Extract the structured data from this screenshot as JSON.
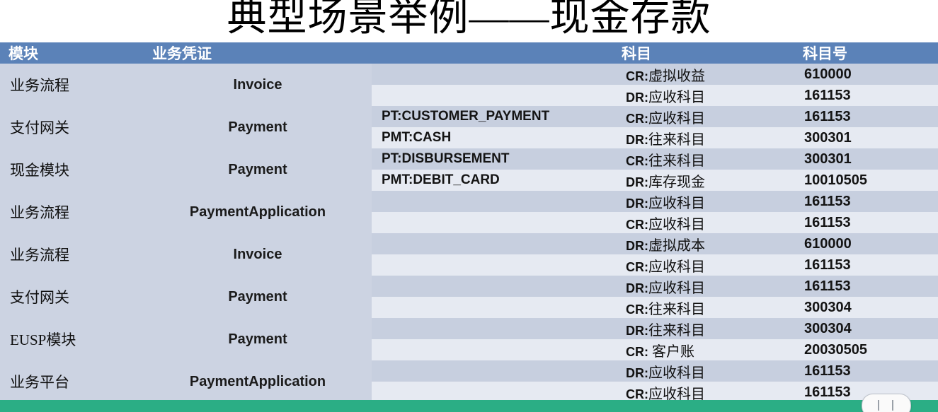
{
  "slide": {
    "title": "典型场景举例——现金存款",
    "accent_green": "#2BAE85",
    "header_blue": "#5B82B8",
    "band_dark": "#C7CFDF",
    "band_light": "#E6EAF2"
  },
  "table": {
    "headers": [
      "模块",
      "业务凭证",
      "",
      "科目",
      "科目号"
    ],
    "rows": [
      {
        "module": "业务流程",
        "voucher": "Invoice",
        "lines": [
          {
            "event": "",
            "account": "CR:虚拟收益",
            "code": "610000"
          },
          {
            "event": "",
            "account": "DR:应收科目",
            "code": "161153"
          }
        ]
      },
      {
        "module": "支付网关",
        "voucher": "Payment",
        "lines": [
          {
            "event": "PT:CUSTOMER_PAYMENT",
            "account": "CR:应收科目",
            "code": "161153"
          },
          {
            "event": "PMT:CASH",
            "account": "DR:往来科目",
            "code": "300301"
          }
        ]
      },
      {
        "module": "现金模块",
        "voucher": "Payment",
        "lines": [
          {
            "event": "PT:DISBURSEMENT",
            "account": "CR:往来科目",
            "code": "300301"
          },
          {
            "event": "PMT:DEBIT_CARD",
            "account": "DR:库存现金",
            "code": "10010505"
          }
        ]
      },
      {
        "module": "业务流程",
        "voucher": "PaymentApplication",
        "lines": [
          {
            "event": "",
            "account": "DR:应收科目",
            "code": "161153"
          },
          {
            "event": "",
            "account": "CR:应收科目",
            "code": "161153"
          }
        ]
      },
      {
        "module": "业务流程",
        "voucher": "Invoice",
        "lines": [
          {
            "event": "",
            "account": "DR:虚拟成本",
            "code": "610000"
          },
          {
            "event": "",
            "account": "CR:应收科目",
            "code": "161153"
          }
        ]
      },
      {
        "module": "支付网关",
        "voucher": "Payment",
        "lines": [
          {
            "event": "",
            "account": "DR:应收科目",
            "code": "161153"
          },
          {
            "event": "",
            "account": "CR:往来科目",
            "code": "300304"
          }
        ]
      },
      {
        "module": "EUSP模块",
        "voucher": "Payment",
        "lines": [
          {
            "event": "",
            "account": "DR:往来科目",
            "code": "300304"
          },
          {
            "event": "",
            "account": "CR: 客户账",
            "code": "20030505"
          }
        ]
      },
      {
        "module": "业务平台",
        "voucher": "PaymentApplication",
        "lines": [
          {
            "event": "",
            "account": "DR:应收科目",
            "code": "161153"
          },
          {
            "event": "",
            "account": "CR:应收科目",
            "code": "161153"
          }
        ]
      }
    ]
  },
  "playback": {
    "handle_icon": "drag-handle-icon"
  }
}
